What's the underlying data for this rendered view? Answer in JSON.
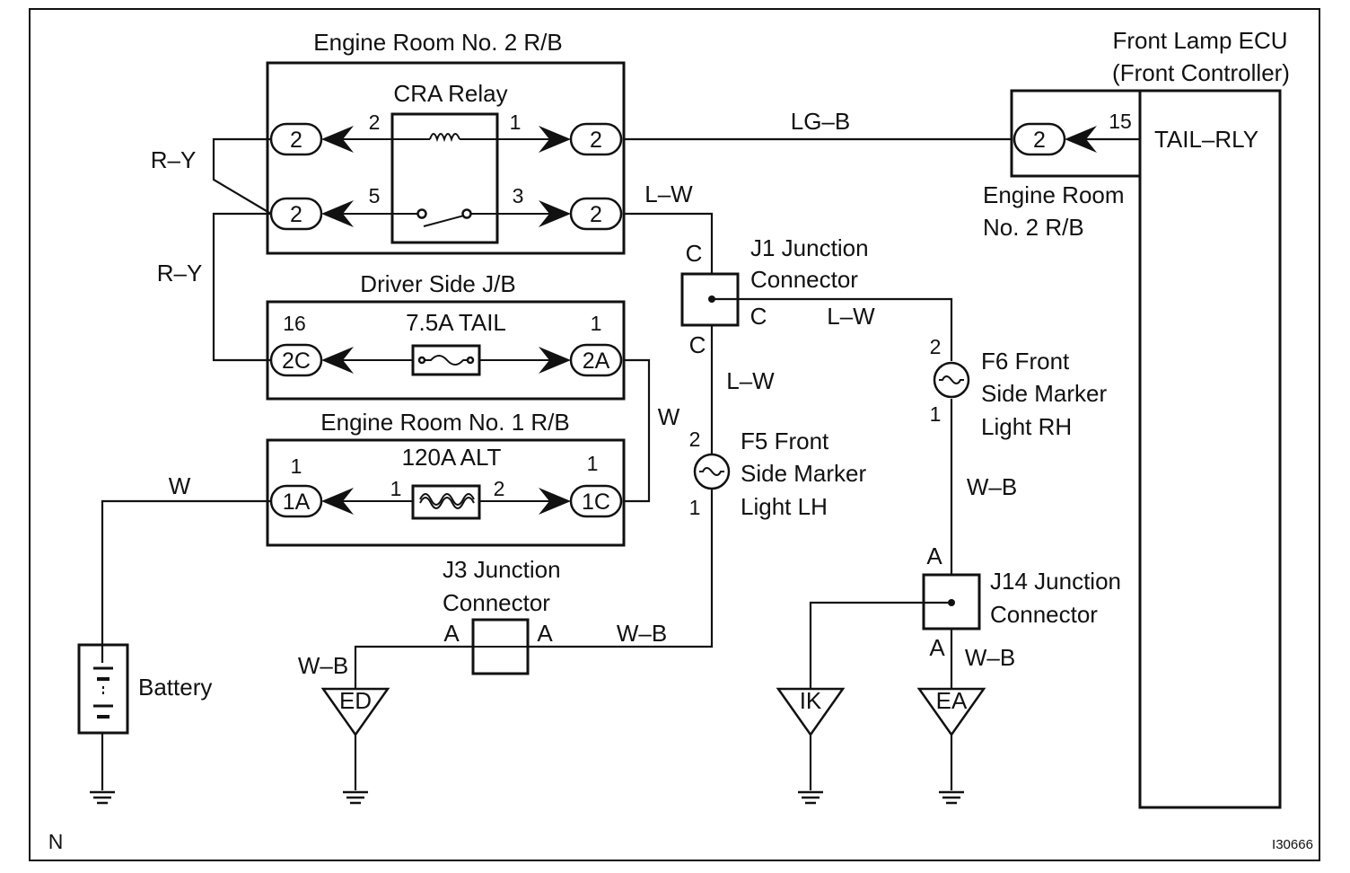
{
  "diagram": {
    "code": "N",
    "figure_id": "I30666",
    "engine_room_2": {
      "title": "Engine Room No. 2 R/B",
      "relay_label": "CRA Relay",
      "conn_1": "2",
      "conn_2": "2",
      "conn_3": "2",
      "conn_4": "2",
      "pin_2": "2",
      "pin_1": "1",
      "pin_5": "5",
      "pin_3": "3"
    },
    "driver_jb": {
      "title": "Driver Side J/B",
      "fuse_label": "7.5A TAIL",
      "pin_left": "16",
      "pin_right": "1",
      "conn_left": "2C",
      "conn_right": "2A"
    },
    "engine_room_1": {
      "title": "Engine Room No. 1 R/B",
      "fuse_label": "120A ALT",
      "pin_left_top": "1",
      "pin_right_top": "1",
      "pin_fuse_left": "1",
      "pin_fuse_right": "2",
      "conn_left": "1A",
      "conn_right": "1C"
    },
    "ecu": {
      "title_line1": "Front Lamp ECU",
      "title_line2": "(Front Controller)",
      "terminal": "TAIL–RLY",
      "pin": "15",
      "conn": "2",
      "rb_line1": "Engine Room",
      "rb_line2": "No. 2 R/B"
    },
    "j1": {
      "line1": "J1 Junction",
      "line2": "Connector",
      "pin_top": "C",
      "pin_right": "C",
      "pin_bottom": "C"
    },
    "j3": {
      "line1": "J3 Junction",
      "line2": "Connector",
      "pin_left": "A",
      "pin_right": "A"
    },
    "j14": {
      "line1": "J14 Junction",
      "line2": "Connector",
      "pin_top": "A",
      "pin_bottom": "A"
    },
    "f5": {
      "line1": "F5 Front",
      "line2": "Side Marker",
      "line3": "Light LH",
      "pin_top": "2",
      "pin_bottom": "1"
    },
    "f6": {
      "line1": "F6 Front",
      "line2": "Side Marker",
      "line3": "Light RH",
      "pin_top": "2",
      "pin_bottom": "1"
    },
    "battery": "Battery",
    "grounds": {
      "ed": "ED",
      "ik": "IK",
      "ea": "EA"
    },
    "wires": {
      "ry_top": "R–Y",
      "ry_mid": "R–Y",
      "lgb": "LG–B",
      "lw_relay": "L–W",
      "lw_j1_right": "L–W",
      "lw_j1_down": "L–W",
      "w_jb": "W",
      "w_batt": "W",
      "wb_j3": "W–B",
      "wb_ed": "W–B",
      "wb_f6": "W–B",
      "wb_j14": "W–B"
    }
  }
}
